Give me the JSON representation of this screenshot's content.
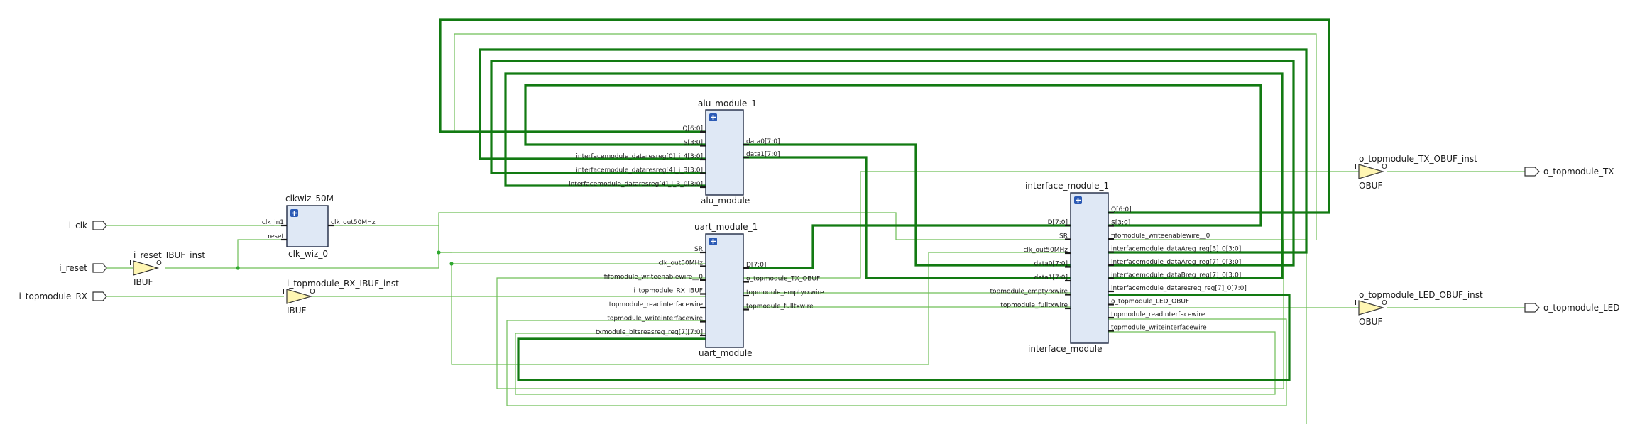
{
  "ports": {
    "i_clk": "i_clk",
    "i_reset": "i_reset",
    "i_rx": "i_topmodule_RX",
    "o_tx": "o_topmodule_TX",
    "o_led": "o_topmodule_LED"
  },
  "clkwiz": {
    "instance": "clkwiz_50M",
    "type": "clk_wiz_0",
    "pins": {
      "clk_in1": "clk_in1",
      "reset": "reset",
      "clk_out": "clk_out50MHz"
    }
  },
  "ibuf_reset": {
    "instance": "i_reset_IBUF_inst",
    "type": "IBUF",
    "pin_i": "I",
    "pin_o": "O"
  },
  "ibuf_rx": {
    "instance": "i_topmodule_RX_IBUF_inst",
    "type": "IBUF",
    "pin_i": "I",
    "pin_o": "O"
  },
  "obuf_tx": {
    "instance": "o_topmodule_TX_OBUF_inst",
    "type": "OBUF",
    "pin_i": "I",
    "pin_o": "O"
  },
  "obuf_led": {
    "instance": "o_topmodule_LED_OBUF_inst",
    "type": "OBUF",
    "pin_i": "I",
    "pin_o": "O"
  },
  "alu": {
    "instance": "alu_module_1",
    "type": "alu_module",
    "inputs": [
      "Q[6:0]",
      "S[3:0]",
      "interfacemodule_dataresreg[0]_i_4[3:0]",
      "interfacemodule_dataresreg[4]_i_3[3:0]",
      "interfacemodule_dataresreg[4]_i_3_0[3:0]"
    ],
    "outputs": [
      "data0[7:0]",
      "data1[7:0]"
    ]
  },
  "uart": {
    "instance": "uart_module_1",
    "type": "uart_module",
    "inputs": [
      "SR",
      "clk_out50MHz",
      "fifomodule_writeenablewire__0",
      "i_topmodule_RX_IBUF",
      "topmodule_readinterfacewire",
      "topmodule_writeinterfacewire",
      "txmodule_bitsreasreg_reg[7][7:0]"
    ],
    "outputs": [
      "D[7:0]",
      "o_topmodule_TX_OBUF",
      "topmodule_emptyrxwire",
      "topmodule_fulltxwire"
    ]
  },
  "iface": {
    "instance": "interface_module_1",
    "type": "interface_module",
    "inputs": [
      "D[7:0]",
      "SR",
      "clk_out50MHz",
      "data0[7:0]",
      "data1[7:0]",
      "topmodule_emptyrxwire",
      "topmodule_fulltxwire"
    ],
    "outputs": [
      "Q[6:0]",
      "S[3:0]",
      "fifomodule_writeenablewire__0",
      "interfacemodule_dataAreg_reg[3]_0[3:0]",
      "interfacemodule_dataAreg_reg[7]_0[3:0]",
      "interfacemodule_dataBreg_reg[7]_0[3:0]",
      "interfacemodule_dataresreg_reg[7]_0[7:0]",
      "o_topmodule_LED_OBUF",
      "topmodule_readinterfacewire",
      "topmodule_writeinterfacewire"
    ]
  },
  "colors": {
    "box_fill": "#dfe8f5",
    "bus_wire": "#127a12",
    "net_wire": "#6fbf57",
    "buffer_fill": "#fff6b3"
  },
  "icons": [
    "expand-icon",
    "buffer-triangle-icon",
    "port-arrow-icon"
  ]
}
